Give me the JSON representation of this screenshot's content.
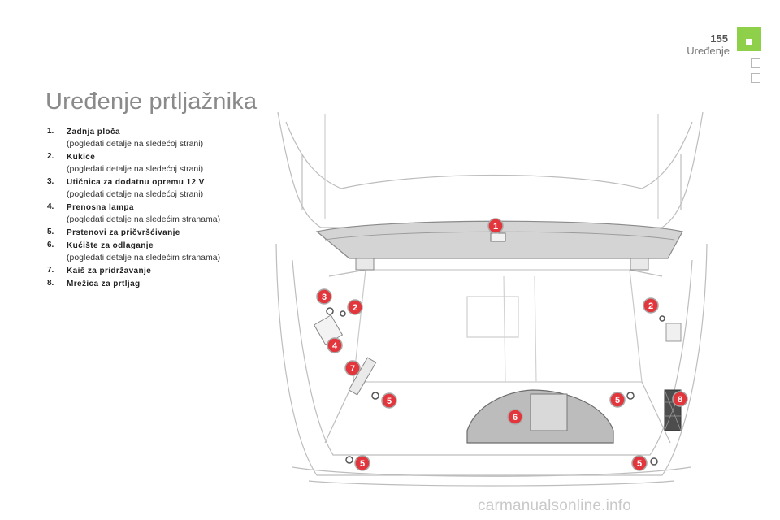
{
  "header": {
    "page_number": "155",
    "section": "Uređenje"
  },
  "title": "Uređenje prtljažnika",
  "items": [
    {
      "num": "1.",
      "label": "Zadnja ploča",
      "note": "(pogledati detalje na sledećoj strani)"
    },
    {
      "num": "2.",
      "label": "Kukice",
      "note": "(pogledati detalje na sledećoj strani)"
    },
    {
      "num": "3.",
      "label": "Utičnica za dodatnu opremu 12 V",
      "note": "(pogledati detalje na sledećoj strani)"
    },
    {
      "num": "4.",
      "label": "Prenosna lampa",
      "note": "(pogledati detalje na sledećim stranama)"
    },
    {
      "num": "5.",
      "label": "Prstenovi za pričvršćivanje",
      "note": ""
    },
    {
      "num": "6.",
      "label": "Kućište za odlaganje",
      "note": "(pogledati detalje na sledećim stranama)"
    },
    {
      "num": "7.",
      "label": "Kaiš za pridržavanje",
      "note": ""
    },
    {
      "num": "8.",
      "label": "Mrežica za prtljag",
      "note": ""
    }
  ],
  "callouts": [
    "1",
    "2",
    "2",
    "3",
    "4",
    "7",
    "5",
    "5",
    "5",
    "5",
    "6",
    "8"
  ],
  "watermark": "carmanualsonline.info",
  "colors": {
    "accent": "#8ed04a",
    "callout": "#e2363c",
    "title": "#8a8a8a"
  }
}
